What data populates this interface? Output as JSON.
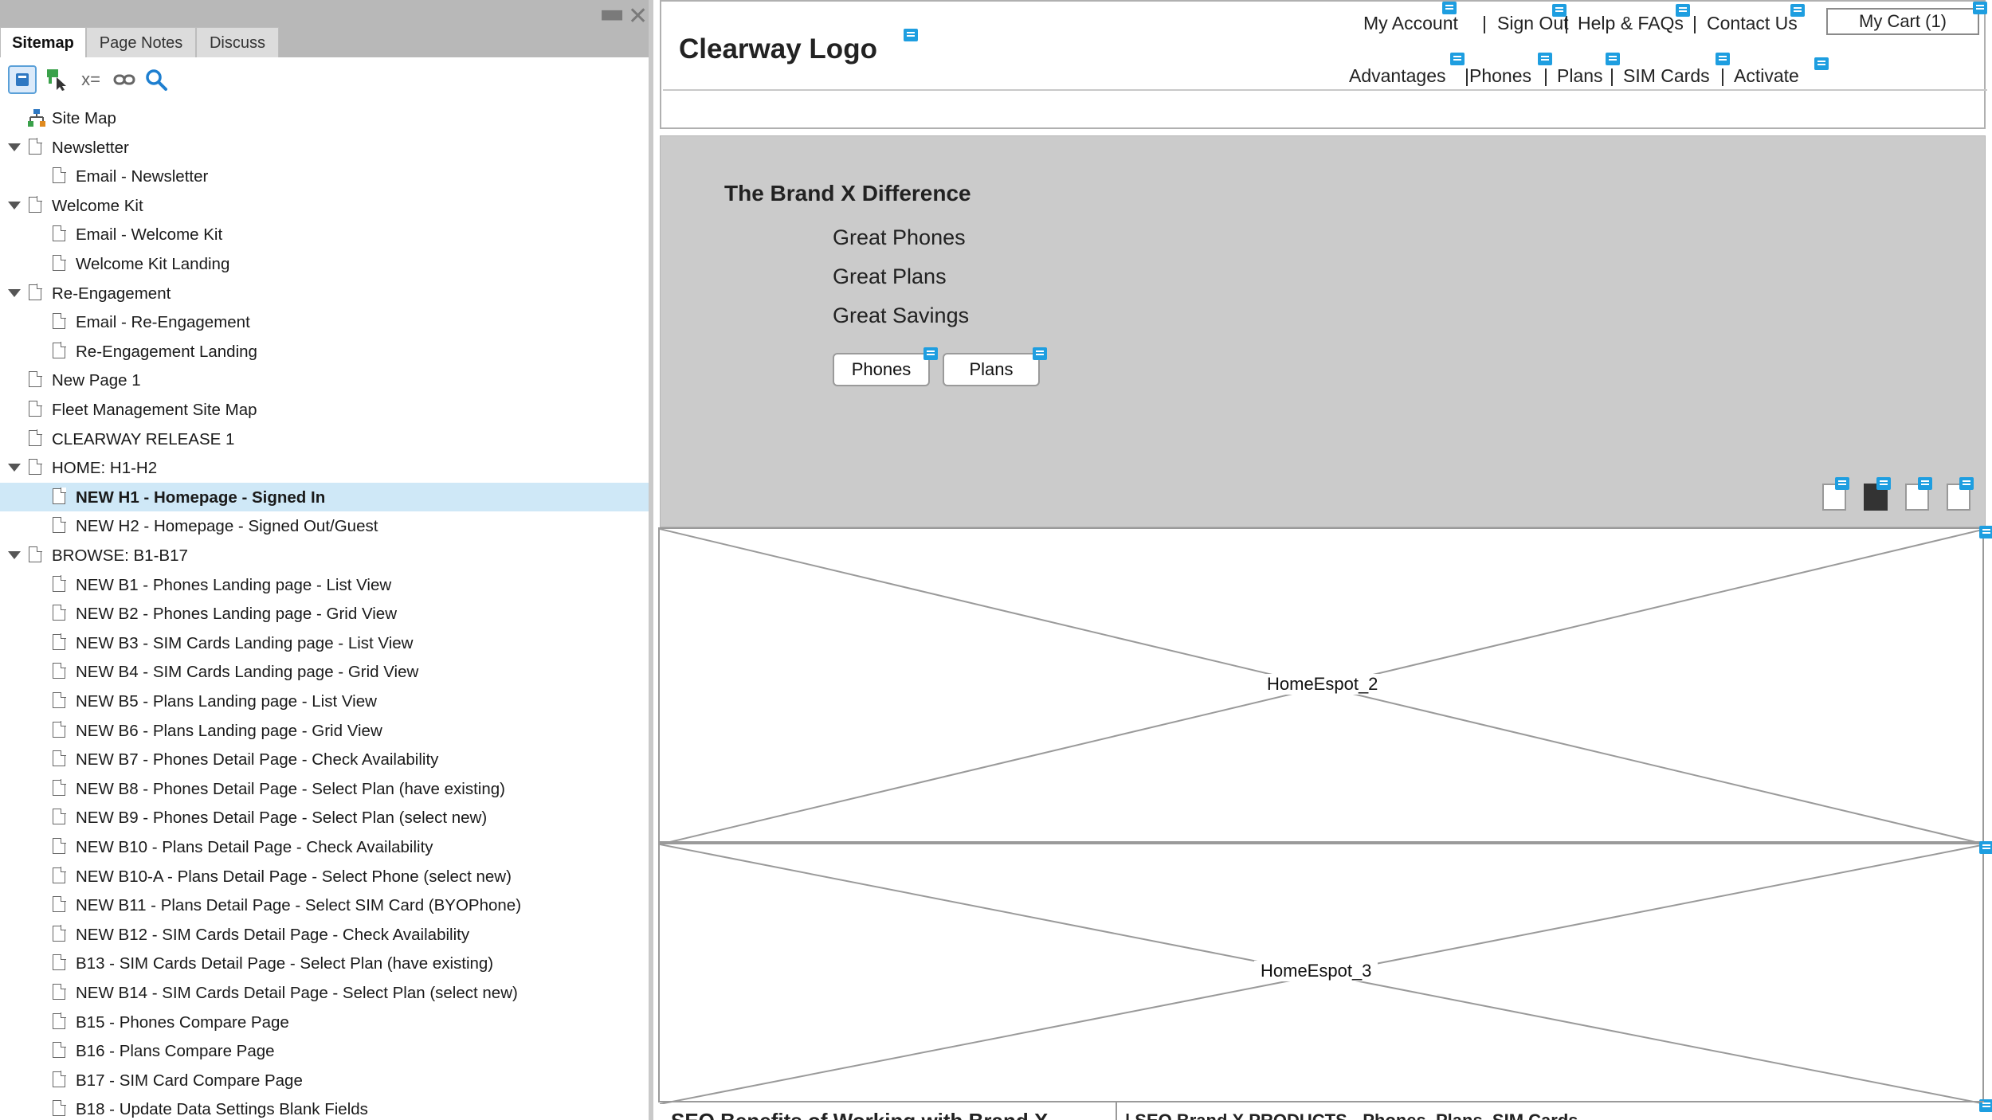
{
  "left_panel": {
    "tabs": [
      "Sitemap",
      "Page Notes",
      "Discuss"
    ],
    "toolbar": {
      "variable_label": "x="
    },
    "tree": [
      {
        "label": "Site Map",
        "depth": 0,
        "type": "sitemap"
      },
      {
        "label": "Newsletter",
        "depth": 0,
        "type": "folder"
      },
      {
        "label": "Email - Newsletter",
        "depth": 1,
        "type": "page"
      },
      {
        "label": "Welcome Kit",
        "depth": 0,
        "type": "folder"
      },
      {
        "label": "Email - Welcome Kit",
        "depth": 1,
        "type": "page"
      },
      {
        "label": "Welcome Kit Landing",
        "depth": 1,
        "type": "page"
      },
      {
        "label": "Re-Engagement",
        "depth": 0,
        "type": "folder"
      },
      {
        "label": "Email - Re-Engagement",
        "depth": 1,
        "type": "page"
      },
      {
        "label": "Re-Engagement Landing",
        "depth": 1,
        "type": "page"
      },
      {
        "label": "New Page 1",
        "depth": 0,
        "type": "page"
      },
      {
        "label": "Fleet Management Site Map",
        "depth": 0,
        "type": "page"
      },
      {
        "label": "CLEARWAY RELEASE 1",
        "depth": 0,
        "type": "page"
      },
      {
        "label": "HOME: H1-H2",
        "depth": 0,
        "type": "folder"
      },
      {
        "label": "NEW H1 - Homepage - Signed In",
        "depth": 1,
        "type": "page",
        "selected": true
      },
      {
        "label": "NEW H2 - Homepage - Signed Out/Guest",
        "depth": 1,
        "type": "page"
      },
      {
        "label": "BROWSE: B1-B17",
        "depth": 0,
        "type": "folder"
      },
      {
        "label": "NEW B1 - Phones Landing page - List View",
        "depth": 1,
        "type": "page"
      },
      {
        "label": "NEW B2 - Phones Landing page - Grid View",
        "depth": 1,
        "type": "page"
      },
      {
        "label": "NEW B3 - SIM Cards Landing page - List View",
        "depth": 1,
        "type": "page"
      },
      {
        "label": "NEW B4 - SIM Cards Landing page - Grid View",
        "depth": 1,
        "type": "page"
      },
      {
        "label": "NEW B5 - Plans Landing page - List View",
        "depth": 1,
        "type": "page"
      },
      {
        "label": "NEW B6 - Plans Landing page - Grid View",
        "depth": 1,
        "type": "page"
      },
      {
        "label": "NEW B7 - Phones Detail Page - Check Availability",
        "depth": 1,
        "type": "page"
      },
      {
        "label": "NEW B8 - Phones Detail Page - Select Plan (have existing)",
        "depth": 1,
        "type": "page"
      },
      {
        "label": "NEW B9 - Phones Detail Page - Select Plan (select new)",
        "depth": 1,
        "type": "page"
      },
      {
        "label": "NEW B10 - Plans Detail Page - Check Availability",
        "depth": 1,
        "type": "page"
      },
      {
        "label": "NEW B10-A - Plans Detail Page - Select Phone (select new)",
        "depth": 1,
        "type": "page"
      },
      {
        "label": "NEW B11 - Plans Detail Page - Select SIM Card (BYOPhone)",
        "depth": 1,
        "type": "page"
      },
      {
        "label": "NEW B12 - SIM Cards Detail Page - Check Availability",
        "depth": 1,
        "type": "page"
      },
      {
        "label": "B13 - SIM Cards Detail Page - Select Plan (have existing)",
        "depth": 1,
        "type": "page"
      },
      {
        "label": "NEW B14 - SIM Cards Detail Page - Select Plan (select new)",
        "depth": 1,
        "type": "page"
      },
      {
        "label": "B15 - Phones Compare Page",
        "depth": 1,
        "type": "page"
      },
      {
        "label": "B16 - Plans Compare Page",
        "depth": 1,
        "type": "page"
      },
      {
        "label": "B17 - SIM Card Compare Page",
        "depth": 1,
        "type": "page"
      },
      {
        "label": "B18 - Update Data Settings Blank Fields",
        "depth": 1,
        "type": "page"
      }
    ]
  },
  "canvas": {
    "logo": "Clearway Logo",
    "utility_links": [
      "My Account",
      "Sign Out",
      "Help & FAQs",
      "Contact Us"
    ],
    "separator": "|",
    "cart_label": "My Cart (1)",
    "nav_links": [
      "Advantages",
      "Phones",
      "Plans",
      "SIM Cards",
      "Activate"
    ],
    "hero": {
      "title": "The Brand X Difference",
      "items": [
        "Great Phones",
        "Great Plans",
        "Great Savings"
      ],
      "buttons": [
        "Phones",
        "Plans"
      ],
      "carousel_active_index": 1,
      "carousel_count": 4
    },
    "espots": [
      "HomeEspot_2",
      "HomeEspot_3"
    ],
    "bottom": {
      "left_heading": "SEO Benefits of Working with Brand X",
      "right_heading": "| SEO Brand X PRODUCTS - Phones, Plans, SIM Cards"
    }
  },
  "colors": {
    "note_badge": "#1e9ee0",
    "selection": "#cfe8f7",
    "hero_bg": "#cbcbcb",
    "panel_header": "#b8b8b8"
  }
}
